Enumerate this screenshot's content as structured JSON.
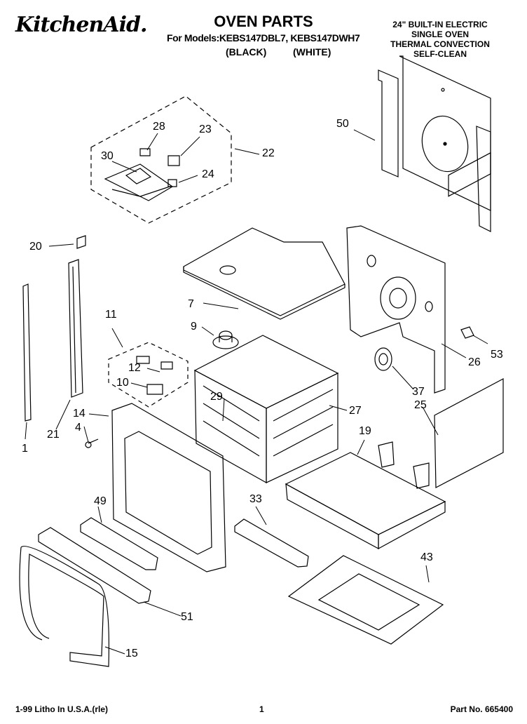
{
  "header": {
    "brand": "KitchenAid.",
    "title": "OVEN PARTS",
    "models": "For Models:KEBS147DBL7, KEBS147DWH7",
    "variant_black": "(BLACK)",
    "variant_white": "(WHITE)",
    "spec_lines": [
      "24\" BUILT-IN ELECTRIC",
      "SINGLE OVEN",
      "THERMAL CONVECTION",
      "SELF-CLEAN"
    ]
  },
  "callouts": [
    "50",
    "28",
    "23",
    "30",
    "22",
    "24",
    "20",
    "7",
    "11",
    "9",
    "12",
    "10",
    "14",
    "29",
    "27",
    "4",
    "21",
    "1",
    "19",
    "53",
    "26",
    "37",
    "25",
    "49",
    "33",
    "43",
    "51",
    "15"
  ],
  "footer": {
    "left": "1-99 Litho In U.S.A.(rle)",
    "center": "1",
    "right": "Part No. 665400"
  }
}
